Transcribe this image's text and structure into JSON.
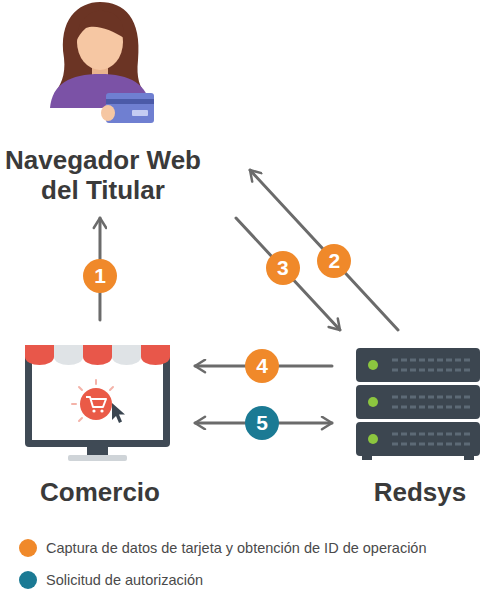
{
  "diagram": {
    "nodes": [
      {
        "text": [
          "Navegador Web del Titular"
        ]
      },
      {
        "text": [
          "Comercio"
        ]
      },
      {
        "text": [
          "Redsys"
        ]
      }
    ],
    "edges": [
      {
        "from": 1,
        "to": 0,
        "label": "1",
        "arrow": "to"
      },
      {
        "from": 2,
        "to": 0,
        "label": "2",
        "arrow": "to"
      },
      {
        "from": 0,
        "to": 2,
        "label": "3",
        "arrow": "to"
      },
      {
        "from": 2,
        "to": 1,
        "label": "4",
        "arrow": "to"
      },
      {
        "from": 1,
        "to": 2,
        "label": "5",
        "arrow": "both"
      }
    ],
    "legend": [
      {
        "text": "Captura de datos de tarjeta y obtención de ID de operación",
        "color": "#f0892a"
      },
      {
        "text": "Solicitud de autorización",
        "color": "#1b7a94"
      }
    ]
  }
}
